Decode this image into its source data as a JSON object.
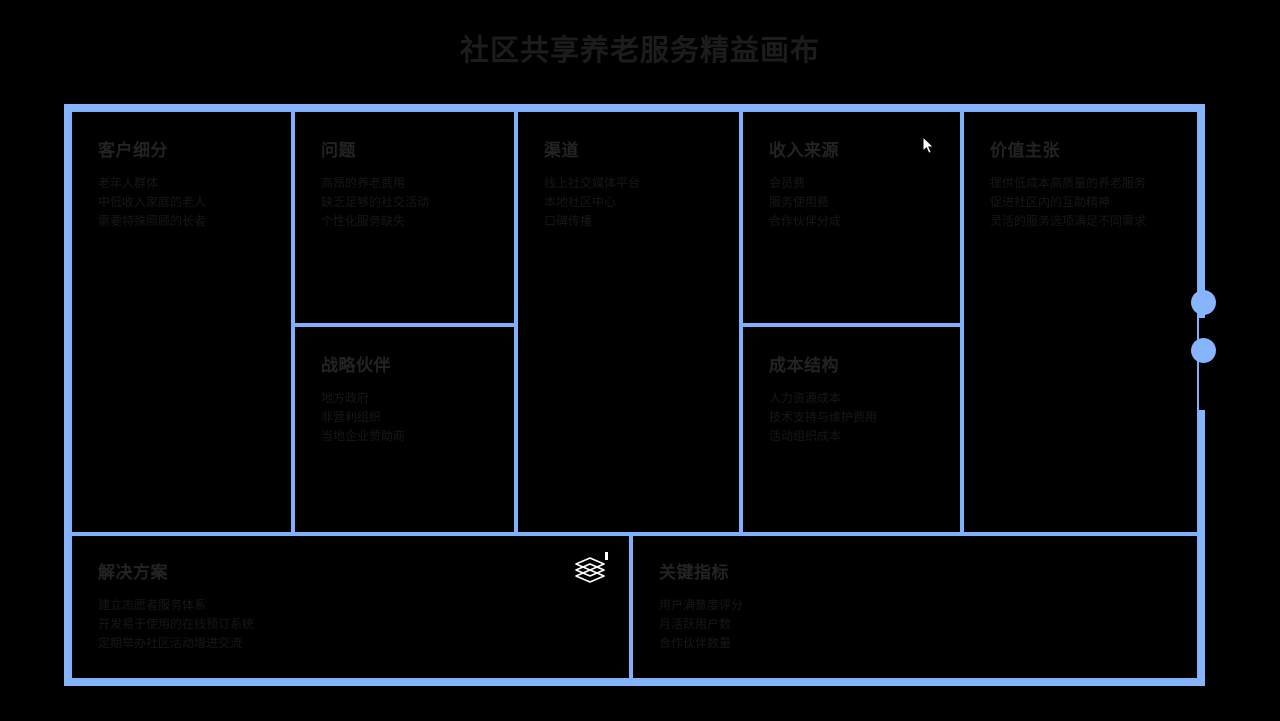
{
  "page": {
    "title": "社区共享养老服务精益画布",
    "background_color": "#000000",
    "accent_color": "#86b4fd",
    "text_color": "#1a1a1a"
  },
  "canvas": {
    "panels": [
      {
        "key": "customer_segments",
        "title": "客户细分",
        "items": [
          "老年人群体",
          "中低收入家庭的老人",
          "需要特殊照顾的长者"
        ]
      },
      {
        "key": "problem",
        "title": "问题",
        "items": [
          "高昂的养老费用",
          "缺乏足够的社交活动",
          "个性化服务缺失"
        ]
      },
      {
        "key": "channels",
        "title": "渠道",
        "items": [
          "线上社交媒体平台",
          "本地社区中心",
          "口碑传播"
        ]
      },
      {
        "key": "revenue_streams",
        "title": "收入来源",
        "items": [
          "会员费",
          "服务使用费",
          "合作伙伴分成"
        ]
      },
      {
        "key": "value_proposition",
        "title": "价值主张",
        "items": [
          "提供低成本高质量的养老服务",
          "促进社区内的互助精神",
          "灵活的服务选项满足不同需求"
        ]
      },
      {
        "key": "key_partners",
        "title": "战略伙伴",
        "items": [
          "地方政府",
          "非营利组织",
          "当地企业赞助商"
        ]
      },
      {
        "key": "cost_structure",
        "title": "成本结构",
        "items": [
          "人力资源成本",
          "技术支持与维护费用",
          "活动组织成本"
        ]
      },
      {
        "key": "solution",
        "title": "解决方案",
        "items": [
          "建立志愿者服务体系",
          "开发易于使用的在线预订系统",
          "定期举办社区活动增进交流"
        ]
      },
      {
        "key": "key_metrics",
        "title": "关键指标",
        "items": [
          "用户满意度评分",
          "月活跃用户数",
          "合作伙伴数量"
        ]
      }
    ]
  },
  "overlays": {
    "layers_icon": "layers-icon",
    "cursor_icon": "mouse-cursor",
    "edge_handle_icon": "resize-handle-dots"
  }
}
